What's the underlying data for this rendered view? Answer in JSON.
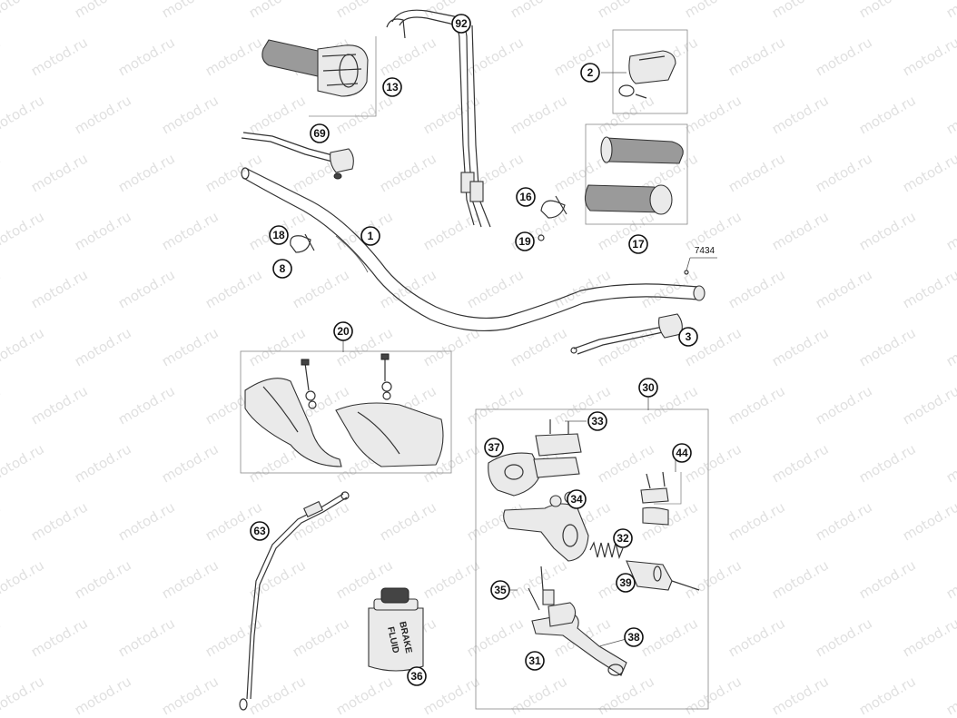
{
  "callouts": [
    {
      "id": "c92",
      "label": "92"
    },
    {
      "id": "c13",
      "label": "13"
    },
    {
      "id": "c2",
      "label": "2"
    },
    {
      "id": "c69",
      "label": "69"
    },
    {
      "id": "c16",
      "label": "16"
    },
    {
      "id": "c17",
      "label": "17"
    },
    {
      "id": "c19",
      "label": "19"
    },
    {
      "id": "c1",
      "label": "1"
    },
    {
      "id": "c18",
      "label": "18"
    },
    {
      "id": "c8",
      "label": "8"
    },
    {
      "id": "c3",
      "label": "3"
    },
    {
      "id": "c20",
      "label": "20"
    },
    {
      "id": "c30",
      "label": "30"
    },
    {
      "id": "c33",
      "label": "33"
    },
    {
      "id": "c37",
      "label": "37"
    },
    {
      "id": "c44",
      "label": "44"
    },
    {
      "id": "c34",
      "label": "34"
    },
    {
      "id": "c63",
      "label": "63"
    },
    {
      "id": "c32",
      "label": "32"
    },
    {
      "id": "c39",
      "label": "39"
    },
    {
      "id": "c35",
      "label": "35"
    },
    {
      "id": "c38",
      "label": "38"
    },
    {
      "id": "c31",
      "label": "31"
    },
    {
      "id": "c36",
      "label": "36"
    }
  ],
  "part_number_tag": "7434",
  "bottle_label": [
    "BRAKE",
    "FLUID"
  ],
  "watermark": "motod.ru"
}
